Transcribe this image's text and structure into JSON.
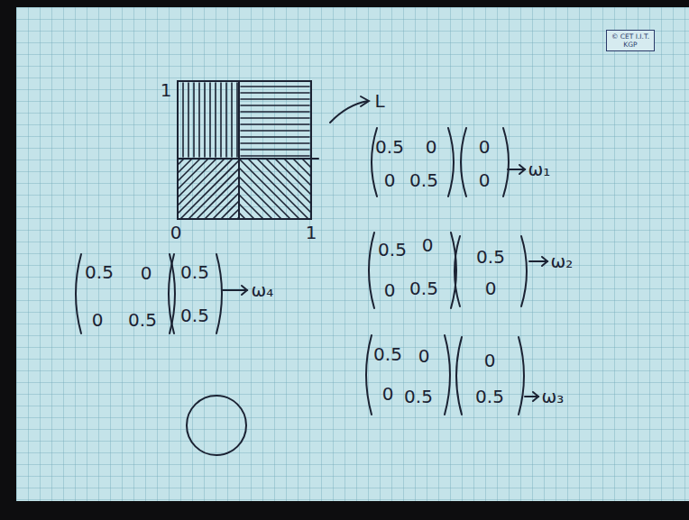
{
  "diagram": {
    "nodes": [
      {
        "text": [
          "© CET I.I.T. KGP"
        ]
      }
    ],
    "labels": [
      "1",
      "L",
      "0.5",
      "0",
      "0",
      "0.5",
      "0",
      "0",
      "ω₁",
      "0",
      "1",
      "0.5",
      "0",
      "0",
      "0.5",
      "0.5",
      "0",
      "ω₂",
      "0.5",
      "0",
      "0",
      "0.5",
      "0.5",
      "0.5",
      "ω₄",
      "0.5",
      "0",
      "0",
      "0.5",
      "0",
      "0.5",
      "ω₃"
    ]
  }
}
